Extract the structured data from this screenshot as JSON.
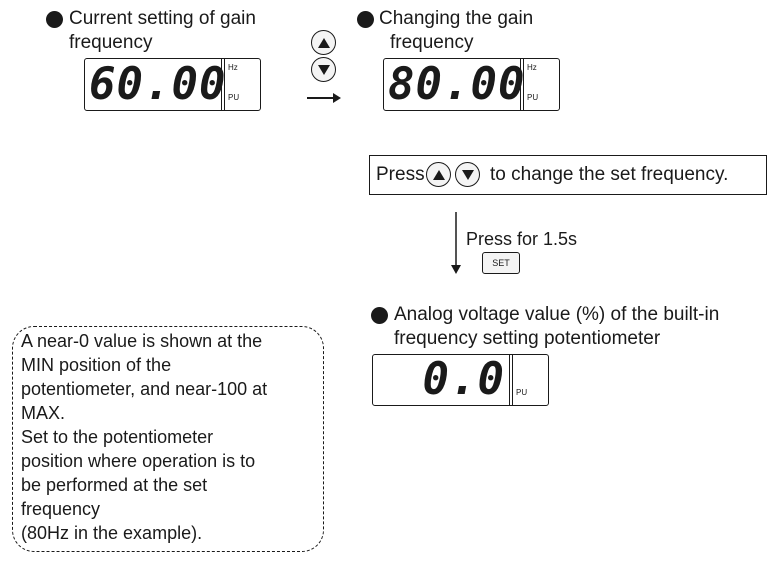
{
  "step1": {
    "line1": "Current setting of gain",
    "line2": "frequency",
    "digits": "60.00",
    "unit_hz": "Hz",
    "unit_pu": "PU"
  },
  "step2": {
    "line1": "Changing the gain",
    "line2": "frequency",
    "digits": "80.00",
    "unit_hz": "Hz",
    "unit_pu": "PU"
  },
  "instruction": {
    "prefix": "Press",
    "suffix": "to change the set frequency."
  },
  "set_step": {
    "label": "Press for 1.5s",
    "key": "SET"
  },
  "step3": {
    "line1": "Analog voltage value (%) of the built-in",
    "line2": "frequency setting potentiometer",
    "digits": "0.0",
    "unit_pu": "PU"
  },
  "note": {
    "lines": [
      "A near-0 value is shown at the",
      "MIN position of the",
      "potentiometer, and near-100 at",
      "MAX.",
      "Set to the potentiometer",
      "position where operation is to",
      "be performed at the set",
      "frequency",
      "(80Hz in the example)."
    ]
  }
}
